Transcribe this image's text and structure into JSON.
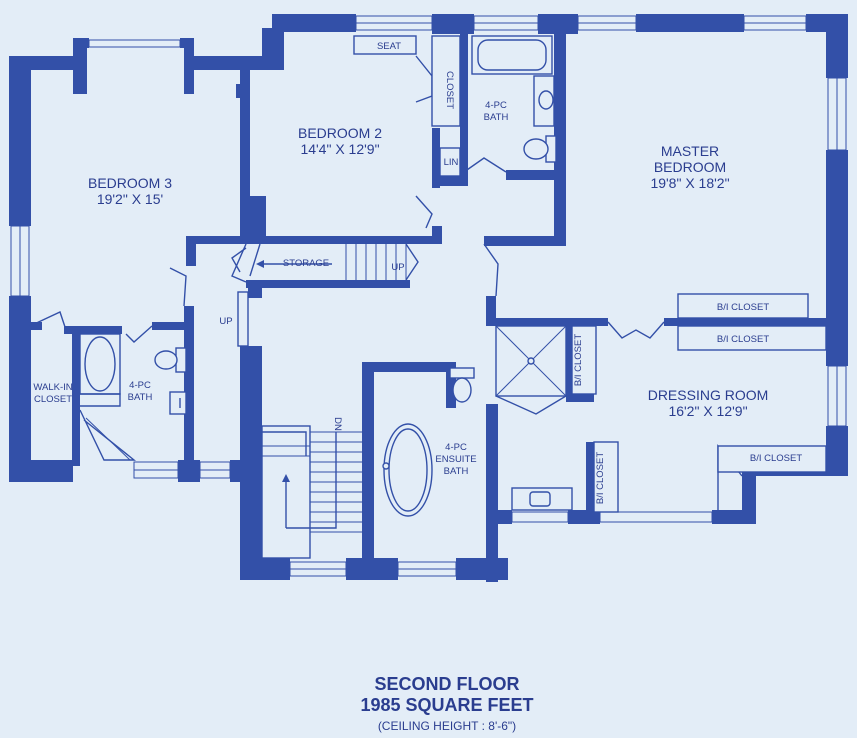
{
  "rooms": {
    "bedroom3": {
      "name": "BEDROOM 3",
      "size": "19'2\" X 15'"
    },
    "bedroom2": {
      "name": "BEDROOM 2",
      "size": "14'4\" X 12'9\""
    },
    "master": {
      "name_line1": "MASTER",
      "name_line2": "BEDROOM",
      "size": "19'8\" X 18'2\""
    },
    "dressing": {
      "name": "DRESSING ROOM",
      "size": "16'2\" X 12'9\""
    }
  },
  "labels": {
    "seat": "SEAT",
    "closet": "CLOSET",
    "bath_4pc": "4-PC",
    "bath": "BATH",
    "lin": "LIN",
    "storage": "STORAGE",
    "up": "UP",
    "dn": "DN",
    "walk_in_1": "WALK-IN",
    "walk_in_2": "CLOSET",
    "ensuite_1": "4-PC",
    "ensuite_2": "ENSUITE",
    "ensuite_3": "BATH",
    "bi_closet": "B/I CLOSET"
  },
  "footer": {
    "floor": "SECOND FLOOR",
    "area": "1985 SQUARE FEET",
    "ceiling": "(CEILING HEIGHT : 8'-6\")"
  }
}
